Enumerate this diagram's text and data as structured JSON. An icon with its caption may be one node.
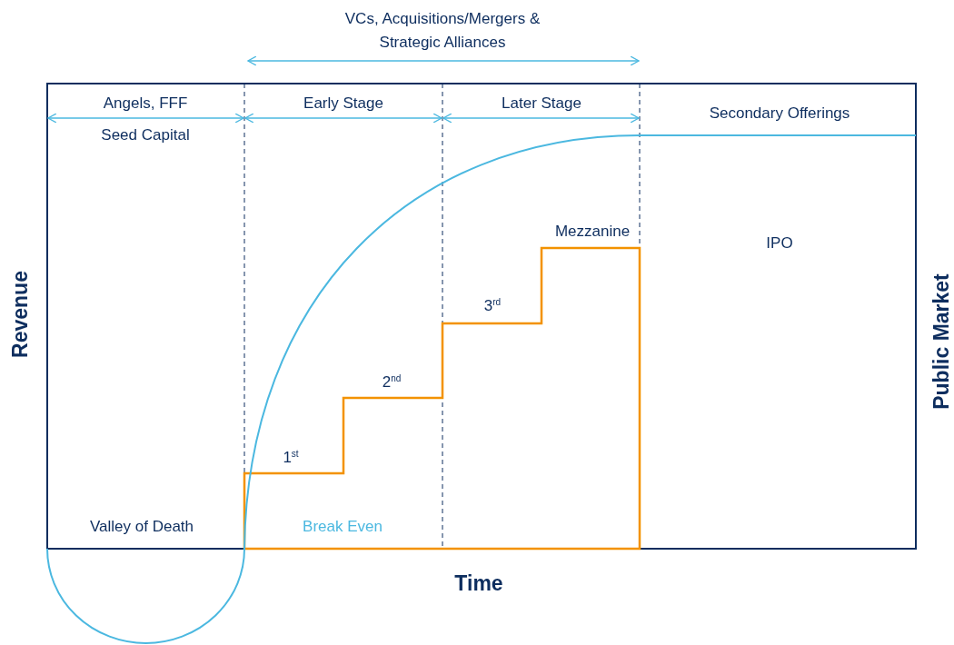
{
  "diagram": {
    "labels": [
      "VCs, Acquisitions/Mergers & Strategic Alliances",
      "Angels, FFF",
      "Early Stage",
      "Later Stage",
      "Secondary Offerings",
      "Seed Capital",
      "Mezzanine",
      "IPO",
      "3$^{rd}$",
      "2$^{nd}$",
      "1$^{st}$",
      "Revenue",
      "Public Market",
      "Valley of Death",
      "Break Even",
      "Time"
    ]
  }
}
